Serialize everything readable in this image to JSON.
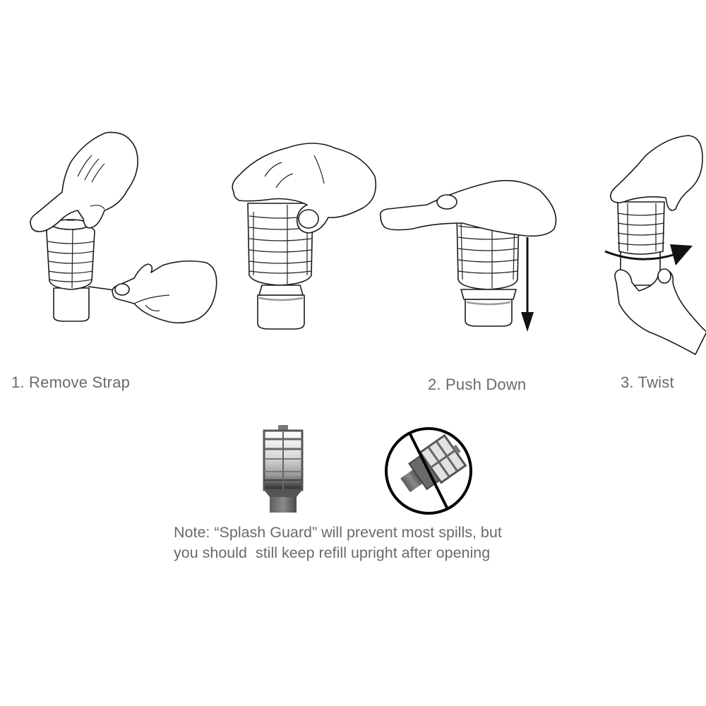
{
  "steps": [
    {
      "number": "1",
      "label": "1. Remove Strap",
      "illustration": "hand-removing-strap-from-refill"
    },
    {
      "number": "2",
      "label": "2. Push Down",
      "illustration": "hand-pushing-down-refill-cage"
    },
    {
      "number": "3",
      "label": "3. Twist",
      "illustration": "hands-twisting-refill"
    }
  ],
  "orientation_examples": [
    {
      "state": "correct",
      "description": "refill-upright"
    },
    {
      "state": "incorrect",
      "description": "refill-tilted-prohibited"
    }
  ],
  "note": {
    "line1": "Note: “Splash Guard” will prevent most spills, but",
    "line2": "you should  still keep refill upright after opening"
  },
  "colors": {
    "background": "#ffffff",
    "text": "#6a6a6a",
    "line_art": "#1a1a1a"
  }
}
